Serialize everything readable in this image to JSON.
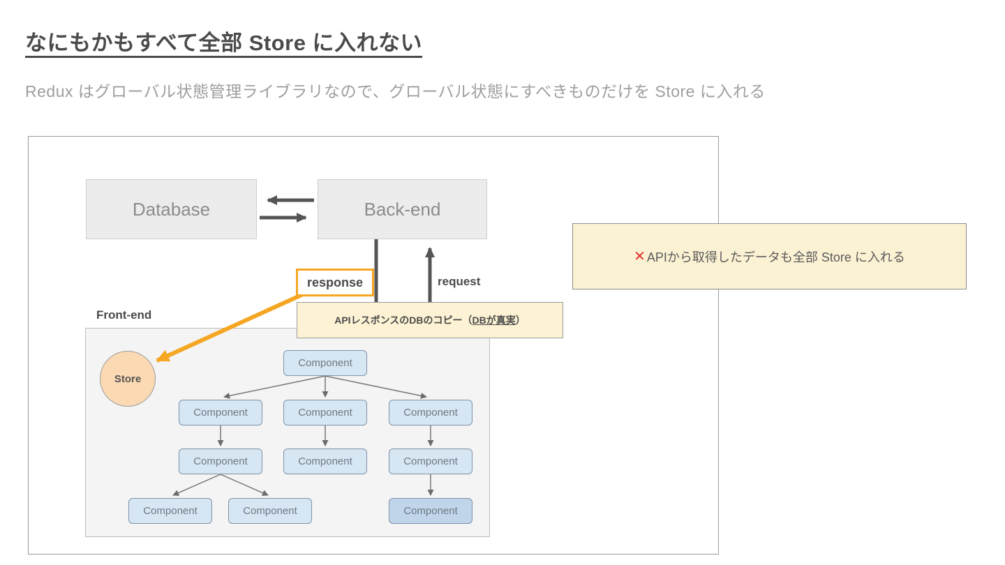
{
  "header": {
    "title": "なにもかもすべて全部 Store に入れない",
    "subtitle": "Redux はグローバル状態管理ライブラリなので、グローバル状態にすべきものだけを Store に入れる"
  },
  "diagram": {
    "database_label": "Database",
    "backend_label": "Back-end",
    "response_label": "response",
    "request_label": "request",
    "api_note_prefix": "APIレスポンスのDBのコピー（",
    "api_note_underline": "DBが真実",
    "api_note_suffix": "）",
    "frontend_label": "Front-end",
    "store_label": "Store",
    "component_label": "Component"
  },
  "callout": {
    "cross_icon": "✕",
    "text": "APIから取得したデータも全部 Store に入れる"
  },
  "colors": {
    "accent_orange": "#f5a623",
    "arrow_dark": "#555555",
    "component_fill": "#d6e6f3",
    "component_highlight_fill": "#c0d5ea",
    "store_fill": "#fbd9b3",
    "note_fill": "#fdf3d4",
    "callout_fill": "#fbf1d3",
    "cross_red": "#e03131"
  }
}
